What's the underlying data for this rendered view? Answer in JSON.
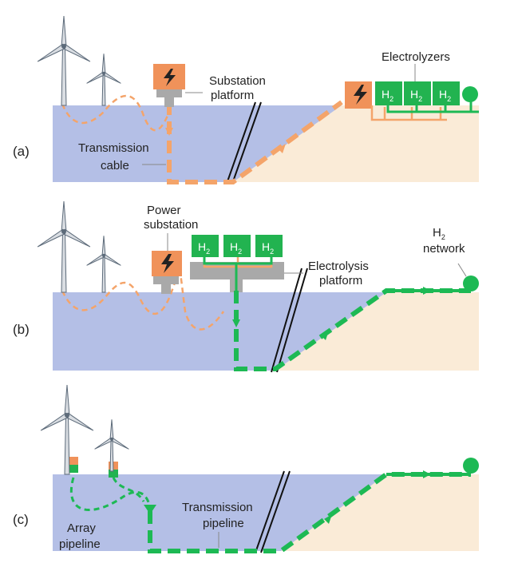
{
  "colors": {
    "sea": "#B4BFE6",
    "land": "#FAEBD7",
    "power": "#F4A46A",
    "power_box": "#F0925A",
    "hydrogen": "#1DB954",
    "hydrogen_box": "#22B350",
    "platform": "#A9A9A9",
    "turbine": "#D9DDE2",
    "turbine_edge": "#5D6B7A"
  },
  "panels": [
    {
      "id": "a",
      "tag": "(a)",
      "labels": {
        "substation": [
          "Substation",
          "platform"
        ],
        "cable": [
          "Transmission",
          "cable"
        ],
        "electrolyzers": "Electrolyzers"
      },
      "h2": {
        "main": "H",
        "sub": "2"
      }
    },
    {
      "id": "b",
      "tag": "(b)",
      "labels": {
        "substation": [
          "Power",
          "substation"
        ],
        "electrolysis": [
          "Electrolysis",
          "platform"
        ],
        "network_main": "H",
        "network_sub": "2",
        "network_line2": "network"
      },
      "h2": {
        "main": "H",
        "sub": "2"
      }
    },
    {
      "id": "c",
      "tag": "(c)",
      "labels": {
        "array": [
          "Array",
          "pipeline"
        ],
        "transmission": [
          "Transmission",
          "pipeline"
        ]
      }
    }
  ],
  "icons": {
    "lightning": "lightning-bolt-icon",
    "turbine": "wind-turbine-icon",
    "electrolyzer": "electrolyzer-icon",
    "network_node": "network-node-icon"
  }
}
